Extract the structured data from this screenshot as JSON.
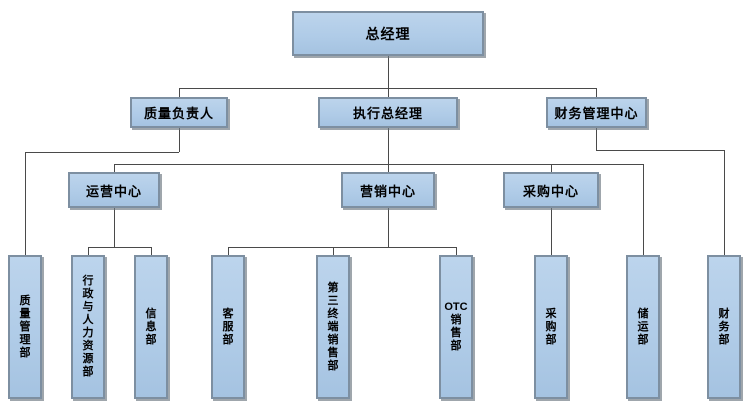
{
  "colors": {
    "background": "#ffffff",
    "node_fill": "#afcbe7",
    "node_fill_highlight": "#bcd4ec",
    "node_fill_shade": "#a5c3e1",
    "node_border": "#7d8fa1",
    "connector_line": "#4a4a4a",
    "text": "#000000"
  },
  "org_chart": {
    "type": "organization-chart",
    "root": {
      "label": "总经理"
    },
    "level2": [
      {
        "label": "质量负责人",
        "parent": "总经理"
      },
      {
        "label": "执行总经理",
        "parent": "总经理"
      },
      {
        "label": "财务管理中心",
        "parent": "总经理"
      }
    ],
    "level3": [
      {
        "label": "运营中心",
        "parent": "执行总经理"
      },
      {
        "label": "营销中心",
        "parent": "执行总经理"
      },
      {
        "label": "采购中心",
        "parent": "执行总经理"
      }
    ],
    "level4": [
      {
        "label": "质量管理部",
        "parent": "质量负责人"
      },
      {
        "label": "行政与人力资源部",
        "parent": "运营中心"
      },
      {
        "label": "信息部",
        "parent": "运营中心"
      },
      {
        "label": "客服部",
        "parent": "营销中心"
      },
      {
        "label": "第三终端销售部",
        "parent": "营销中心"
      },
      {
        "label": "OTC销售部",
        "parent": "营销中心"
      },
      {
        "label": "采购部",
        "parent": "采购中心"
      },
      {
        "label": "储运部",
        "parent": "执行总经理"
      },
      {
        "label": "财务部",
        "parent": "财务管理中心"
      }
    ]
  }
}
